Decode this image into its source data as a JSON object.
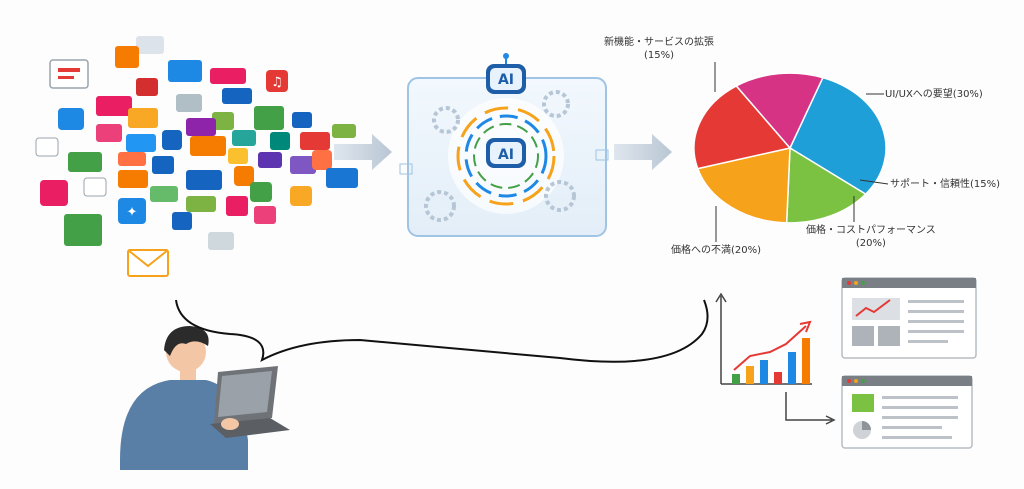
{
  "flow": {
    "ai_badge_top": "AI",
    "ai_badge_center": "AI"
  },
  "chart_data": {
    "type": "pie",
    "title": "",
    "categories": [
      "UI/UXへの要望",
      "サポート・信頼性",
      "価格・コストパフォーマンス",
      "価格への不満",
      "新機能・サービスの拡張"
    ],
    "values": [
      30,
      15,
      20,
      20,
      15
    ],
    "labels": [
      {
        "line1": "UI/UXへの要望(30%)",
        "line2": ""
      },
      {
        "line1": "サポート・信頼性(15%)",
        "line2": ""
      },
      {
        "line1": "価格・コストパフォーマンス",
        "line2": "(20%)"
      },
      {
        "line1": "価格への不満(20%)",
        "line2": ""
      },
      {
        "line1": "新機能・サービスの拡張",
        "line2": "(15%)"
      }
    ],
    "colors": [
      "#1f9fd8",
      "#7cc242",
      "#f6a21b",
      "#e53935",
      "#d63384"
    ]
  }
}
